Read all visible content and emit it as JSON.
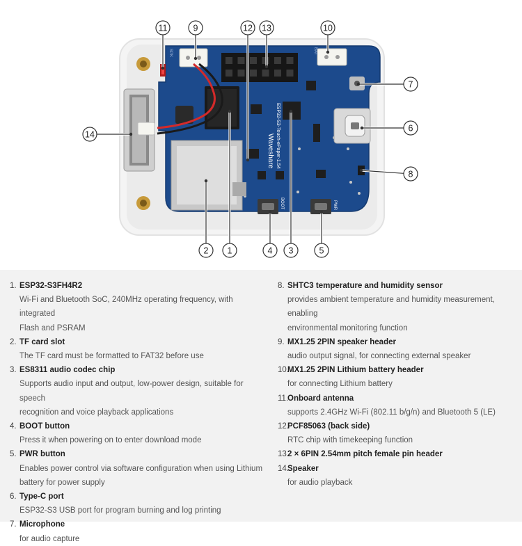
{
  "board": {
    "logo_text": "Waveshare",
    "model_text": "ESP32-S3-Touch-ePaper-1.54",
    "silk_spk": "SPK",
    "silk_bat": "BAT",
    "silk_boot": "BOOT",
    "silk_pwr": "PWR"
  },
  "callouts": [
    {
      "num": "1"
    },
    {
      "num": "2"
    },
    {
      "num": "3"
    },
    {
      "num": "4"
    },
    {
      "num": "5"
    },
    {
      "num": "6"
    },
    {
      "num": "7"
    },
    {
      "num": "8"
    },
    {
      "num": "9"
    },
    {
      "num": "10"
    },
    {
      "num": "11"
    },
    {
      "num": "12"
    },
    {
      "num": "13"
    },
    {
      "num": "14"
    }
  ],
  "legend": {
    "left": [
      {
        "num": "1.",
        "title": "ESP32-S3FH4R2",
        "desc": [
          "Wi-Fi and Bluetooth SoC, 240MHz operating frequency, with integrated",
          "Flash and PSRAM"
        ]
      },
      {
        "num": "2.",
        "title": "TF card slot",
        "desc": [
          "The TF card must be formatted to FAT32 before use"
        ]
      },
      {
        "num": "3.",
        "title": "ES8311 audio codec chip",
        "desc": [
          "Supports audio input and output, low-power design, suitable for speech",
          "recognition and voice playback applications"
        ]
      },
      {
        "num": "4.",
        "title": "BOOT button",
        "desc": [
          "Press it when powering on to enter download mode"
        ]
      },
      {
        "num": "5.",
        "title": "PWR button",
        "desc": [
          "Enables power control via software configuration when using Lithium",
          "battery for power supply"
        ]
      },
      {
        "num": "6.",
        "title": "Type-C port",
        "desc": [
          "ESP32-S3 USB port for program burning and log printing"
        ]
      },
      {
        "num": "7.",
        "title": "Microphone",
        "desc": [
          "for audio capture"
        ]
      }
    ],
    "right": [
      {
        "num": "8.",
        "title": "SHTC3 temperature and humidity sensor",
        "desc": [
          "provides ambient temperature and humidity measurement, enabling",
          "environmental monitoring function"
        ]
      },
      {
        "num": "9.",
        "title": "MX1.25 2PIN speaker header",
        "desc": [
          "audio output signal, for connecting external speaker"
        ]
      },
      {
        "num": "10.",
        "title": "MX1.25 2PIN Lithium battery header",
        "desc": [
          "for connecting Lithium battery"
        ]
      },
      {
        "num": "11.",
        "title": "Onboard antenna",
        "desc": [
          "supports 2.4GHz Wi-Fi (802.11 b/g/n) and Bluetooth 5 (LE)"
        ]
      },
      {
        "num": "12.",
        "title": "PCF85063 (back side)",
        "desc": [
          "RTC chip with timekeeping function"
        ]
      },
      {
        "num": "13.",
        "title": "2 × 6PIN 2.54mm pitch female pin header",
        "desc": []
      },
      {
        "num": "14.",
        "title": "Speaker",
        "desc": [
          "for audio playback"
        ]
      }
    ]
  }
}
